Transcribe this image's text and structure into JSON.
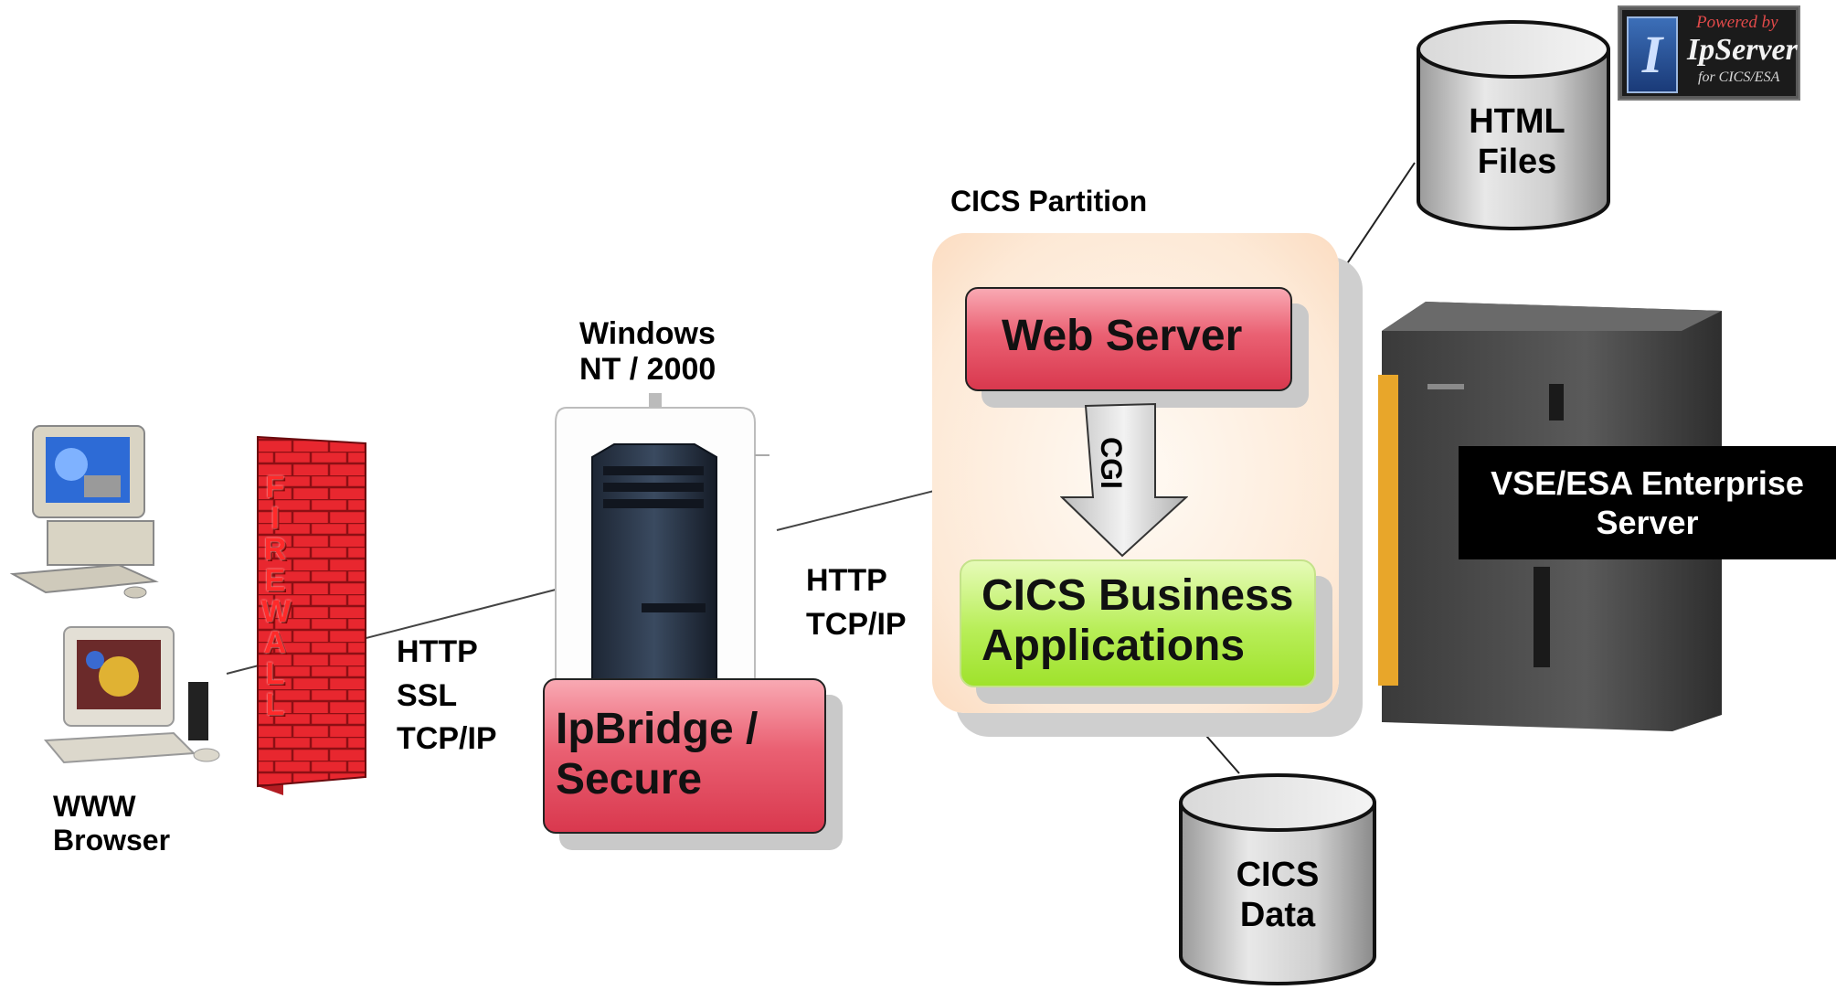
{
  "diagram": {
    "logo": {
      "line1": "Powered by",
      "line2": "IpServer",
      "line3": "for CICS/ESA",
      "letter": "I"
    },
    "nodes": {
      "html_files": "HTML\nFiles",
      "cics_partition": "CICS Partition",
      "web_server": "Web Server",
      "cgi": "CGI",
      "cics_business_apps": "CICS Business\nApplications",
      "cics_data": "CICS\nData",
      "vse_server": "VSE/ESA Enterprise\nServer",
      "windows_label": "Windows\nNT / 2000",
      "ipbridge": "IpBridge /\nSecure",
      "firewall": [
        "F",
        "I",
        "R",
        "E",
        "W",
        "A",
        "L",
        "L"
      ],
      "browser": "WWW\nBrowser"
    },
    "protocols": {
      "browser_to_bridge": "HTTP\nSSL\nTCP/IP",
      "bridge_to_cics": "HTTP\nTCP/IP"
    },
    "colors": {
      "red_box": "#e45a6c",
      "green_box": "#b8ee58",
      "firewall": "#e8272f",
      "server_label_bg": "#000000"
    }
  }
}
